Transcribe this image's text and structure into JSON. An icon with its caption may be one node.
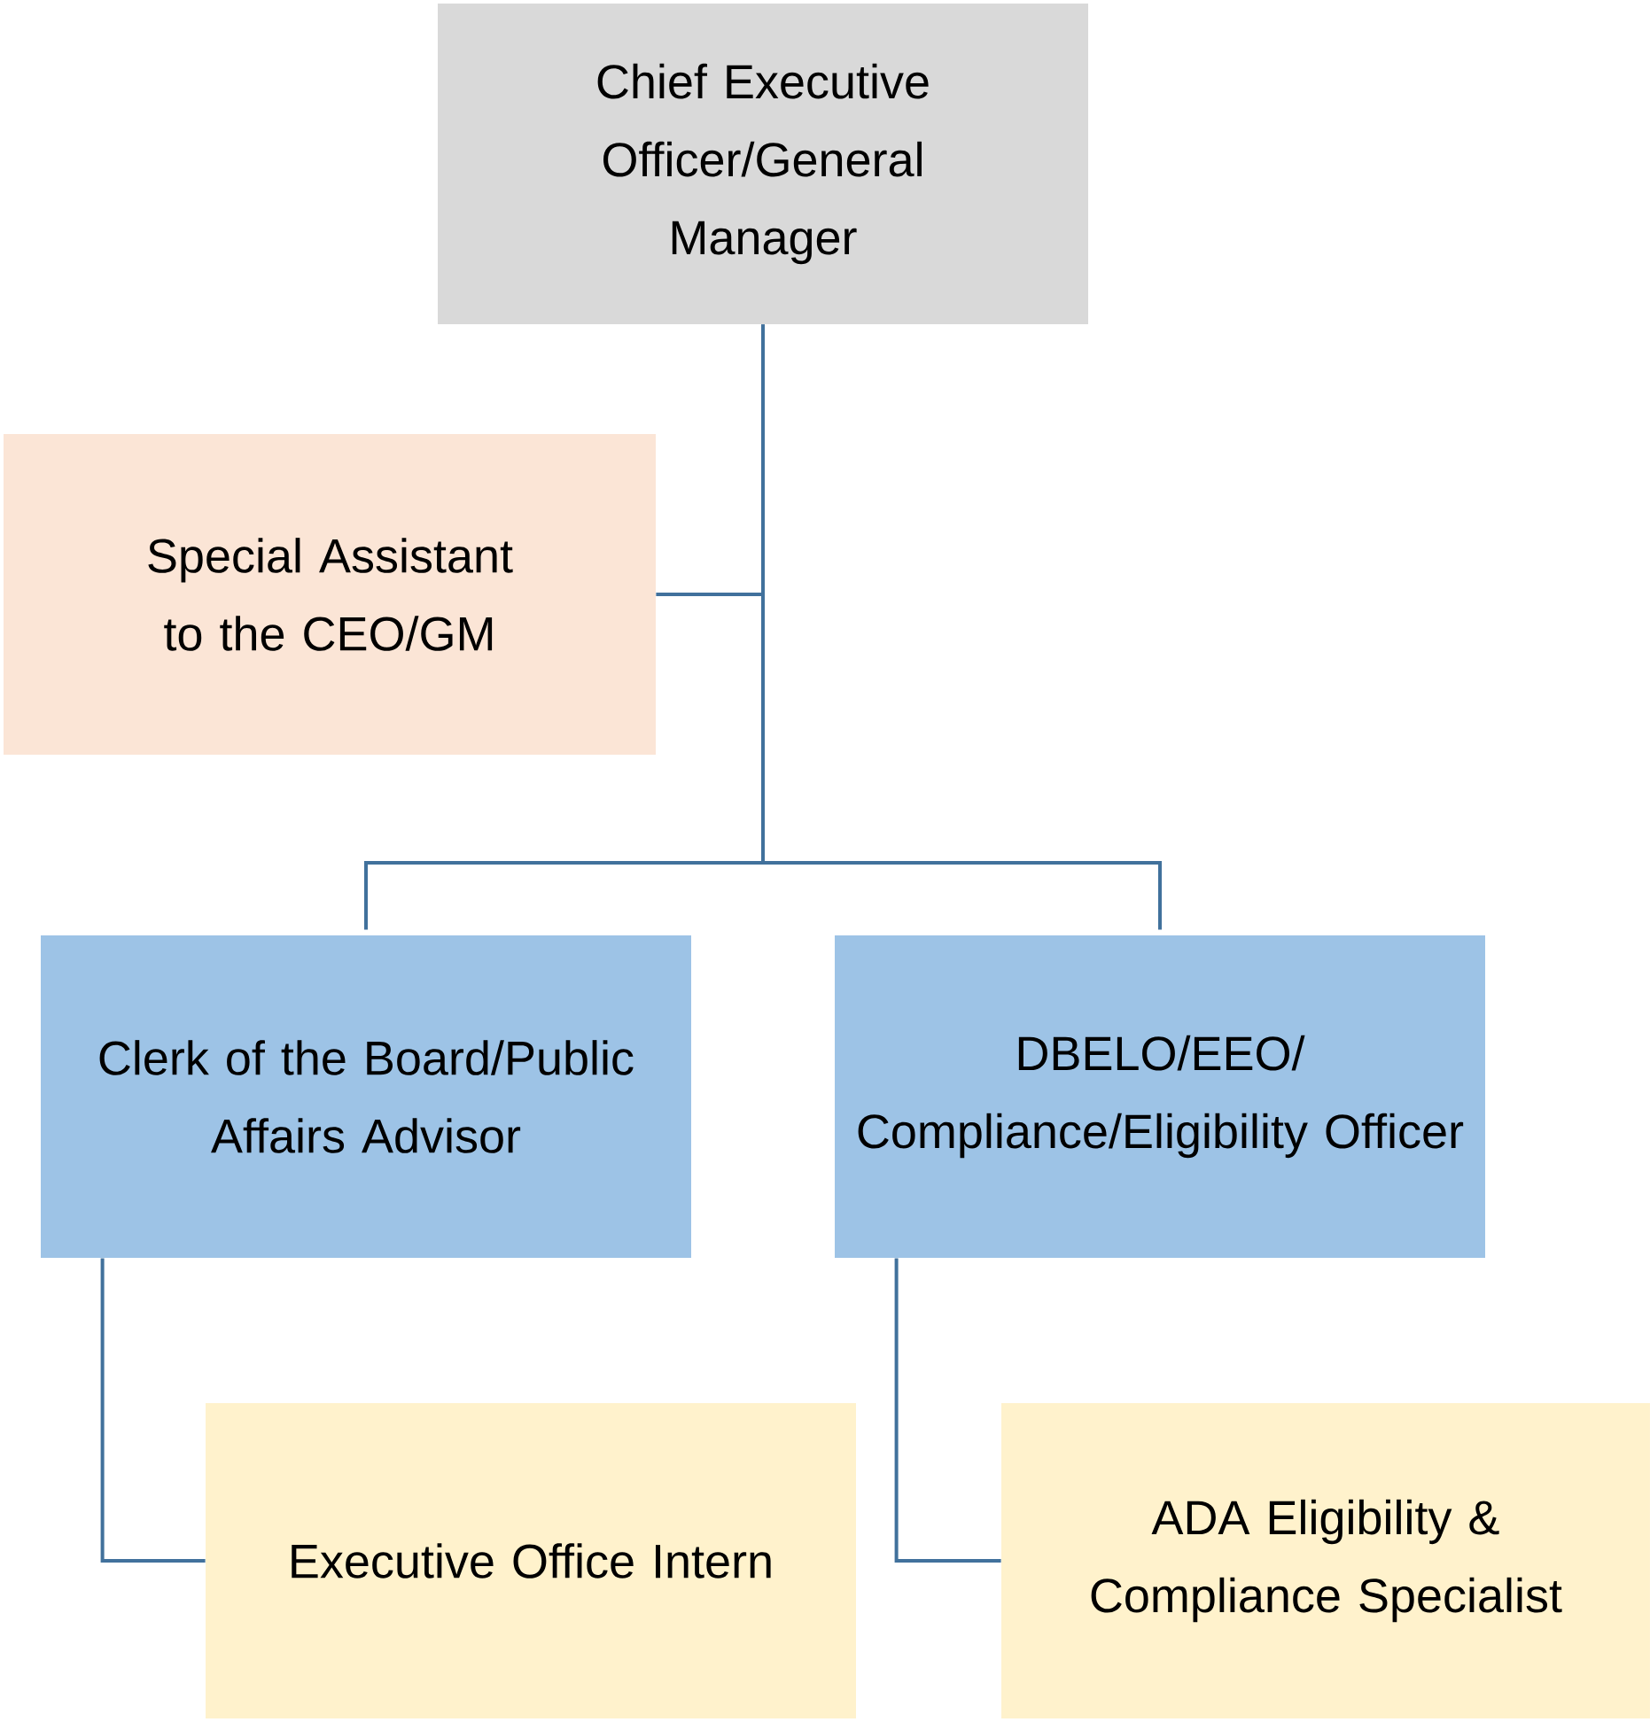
{
  "diagram": {
    "nodes": [
      {
        "text": [
          "Chief Executive Officer/General Manager"
        ]
      },
      {
        "text": [
          "Special Assistant to the CEO/GM"
        ]
      },
      {
        "text": [
          "Clerk of the Board/Public Affairs Advisor"
        ]
      },
      {
        "text": [
          "DBELO/EEO/ Compliance/Eligibility Officer"
        ]
      },
      {
        "text": [
          "Executive Office Intern"
        ]
      },
      {
        "text": [
          "ADA Eligibility & Compliance Specialist"
        ]
      }
    ],
    "edges": [
      {
        "from": 0,
        "to": 1,
        "arrow": "none"
      },
      {
        "from": 0,
        "to": 2,
        "arrow": "none"
      },
      {
        "from": 0,
        "to": 3,
        "arrow": "none"
      },
      {
        "from": 2,
        "to": 4,
        "arrow": "none"
      },
      {
        "from": 3,
        "to": 5,
        "arrow": "none"
      }
    ]
  }
}
